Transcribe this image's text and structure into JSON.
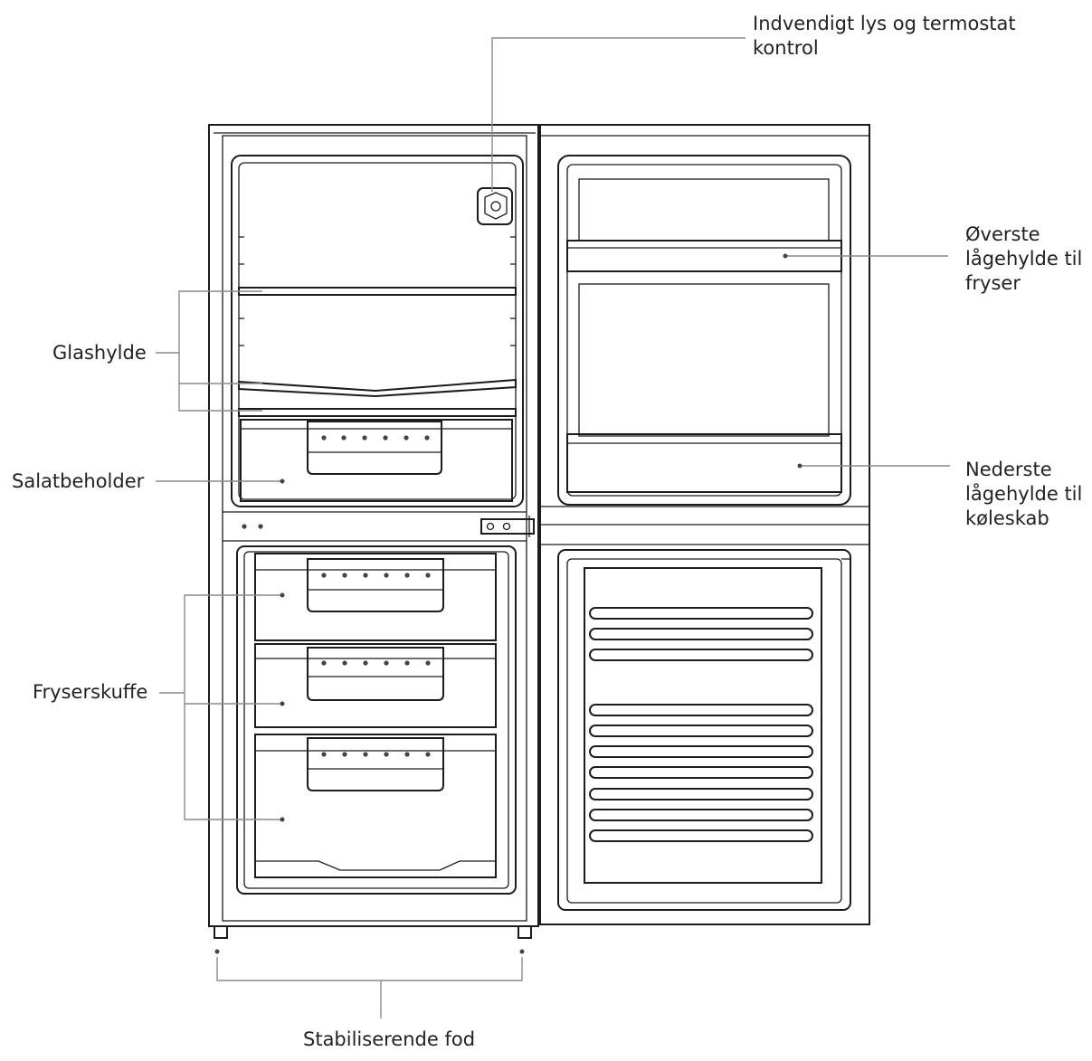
{
  "labels": {
    "light": "Indvendigt lys og termostat\nkontrol",
    "upper_shelf": "Øverste\nlågehylde til\nfryser",
    "lower_shelf": "Nederste\nlågehylde til\nkøleskab",
    "glass": "Glashylde",
    "crisper": "Salatbeholder",
    "drawer": "Fryserskuffe",
    "feet": "Stabiliserende fod"
  }
}
